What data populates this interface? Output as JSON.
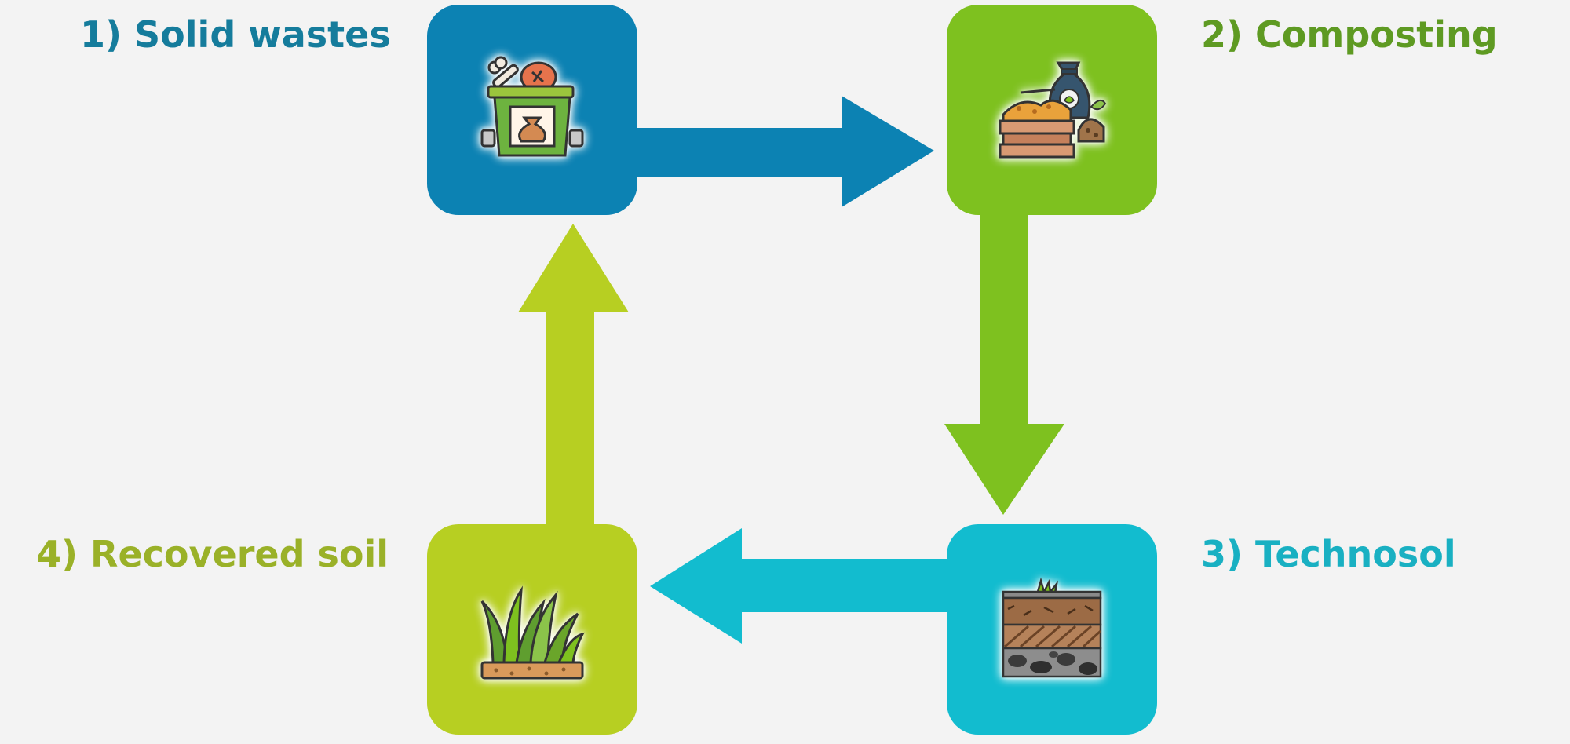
{
  "diagram": {
    "steps": [
      {
        "id": 1,
        "label": "1) Solid wastes",
        "icon": "waste-bin-icon",
        "color": "#0c82b3"
      },
      {
        "id": 2,
        "label": "2) Composting",
        "icon": "compost-box-icon",
        "color": "#7ec11f"
      },
      {
        "id": 3,
        "label": "3) Technosol",
        "icon": "soil-layers-icon",
        "color": "#12bccf"
      },
      {
        "id": 4,
        "label": "4) Recovered soil",
        "icon": "grass-icon",
        "color": "#b7cf22"
      }
    ],
    "arrows": [
      {
        "from": 1,
        "to": 2,
        "color": "#0c82b3"
      },
      {
        "from": 2,
        "to": 3,
        "color": "#7ec11f"
      },
      {
        "from": 3,
        "to": 4,
        "color": "#12bccf"
      },
      {
        "from": 4,
        "to": 1,
        "color": "#b7cf22"
      }
    ],
    "background": "#f3f3f3"
  }
}
